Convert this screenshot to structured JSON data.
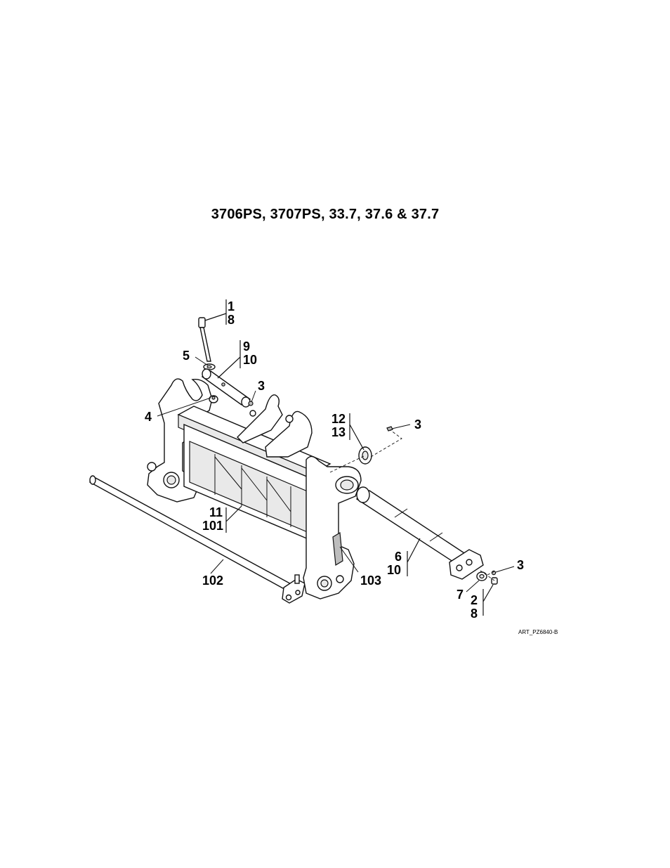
{
  "title": "3706PS, 3707PS, 33.7, 37.6 & 37.7",
  "art_reference": "ART_PZ6840-B",
  "callouts": {
    "c_1_8": [
      "1",
      "8"
    ],
    "c_9_10": [
      "9",
      "10"
    ],
    "c_5": "5",
    "c_3_top": "3",
    "c_4": "4",
    "c_12_13": [
      "12",
      "13"
    ],
    "c_3_right": "3",
    "c_11_101": [
      "11",
      "101"
    ],
    "c_6_10": [
      "6",
      "10"
    ],
    "c_3_bottom": "3",
    "c_102": "102",
    "c_103": "103",
    "c_7": "7",
    "c_2_8": [
      "2",
      "8"
    ]
  }
}
